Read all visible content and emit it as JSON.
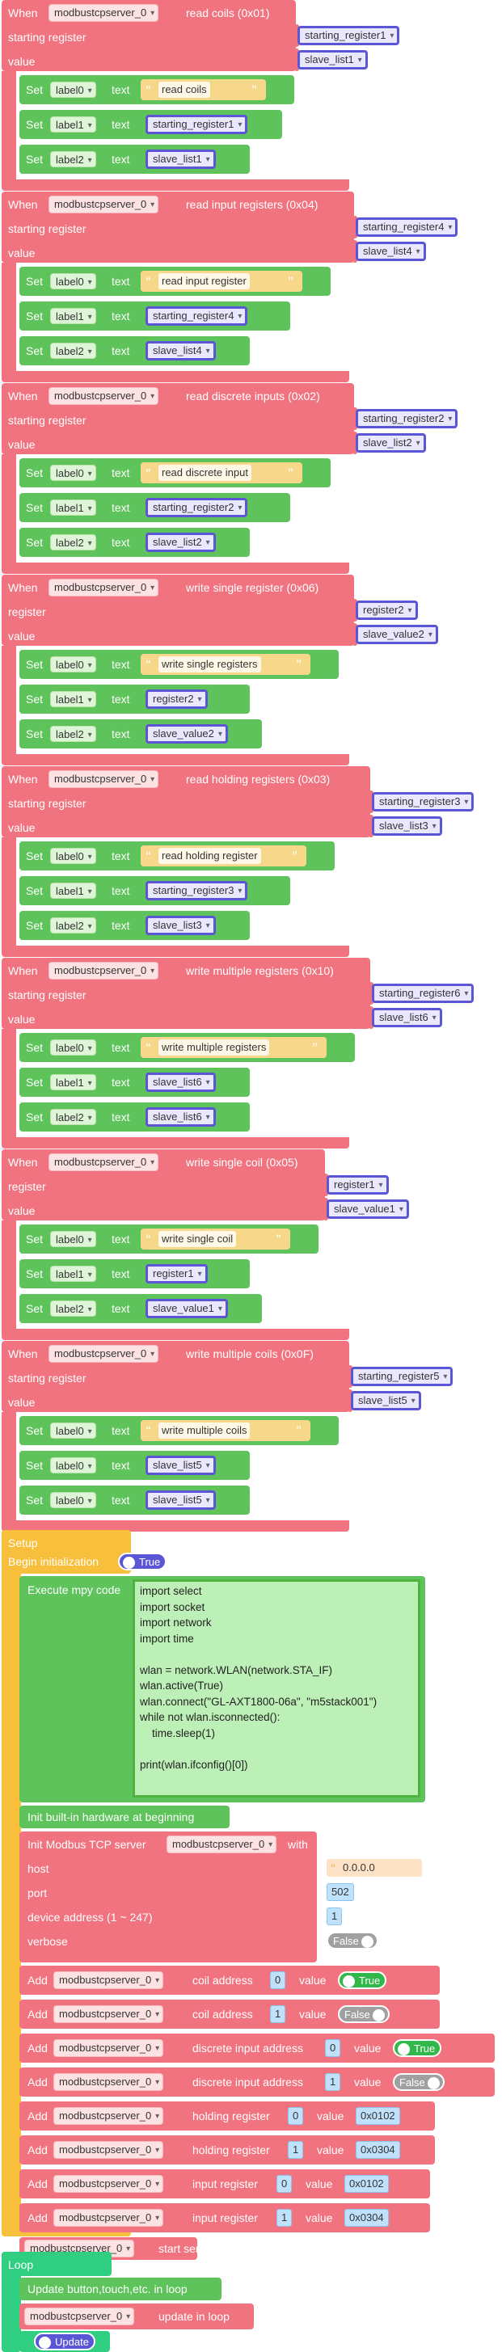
{
  "events": [
    {
      "when": "When",
      "server": "modbustcpserver_0",
      "action": "read coils (0x01)",
      "reg_label": "starting register",
      "reg_var": "starting_register1",
      "val_label": "value",
      "val_var": "slave_list1",
      "text0": "read coils"
    },
    {
      "when": "When",
      "server": "modbustcpserver_0",
      "action": "read input registers (0x04)",
      "reg_label": "starting register",
      "reg_var": "starting_register4",
      "val_label": "value",
      "val_var": "slave_list4",
      "text0": "read input register"
    },
    {
      "when": "When",
      "server": "modbustcpserver_0",
      "action": "read discrete inputs (0x02)",
      "reg_label": "starting register",
      "reg_var": "starting_register2",
      "val_label": "value",
      "val_var": "slave_list2",
      "text0": "read  discrete input"
    },
    {
      "when": "When",
      "server": "modbustcpserver_0",
      "action": "write single register (0x06)",
      "reg_label": "register",
      "reg_var": "register2",
      "val_label": "value",
      "val_var": "slave_value2",
      "text0": "write single registers"
    },
    {
      "when": "When",
      "server": "modbustcpserver_0",
      "action": "read holding registers (0x03)",
      "reg_label": "starting register",
      "reg_var": "starting_register3",
      "val_label": "value",
      "val_var": "slave_list3",
      "text0": "read holding register"
    },
    {
      "when": "When",
      "server": "modbustcpserver_0",
      "action": "write multiple registers (0x10)",
      "reg_label": "starting register",
      "reg_var": "starting_register6",
      "val_label": "value",
      "val_var": "slave_list6",
      "text0": "write multiple registers",
      "set1_var": "slave_list6",
      "set2_var": "slave_list6"
    },
    {
      "when": "When",
      "server": "modbustcpserver_0",
      "action": "write single coil (0x05)",
      "reg_label": "register",
      "reg_var": "register1",
      "val_label": "value",
      "val_var": "slave_value1",
      "text0": "write single coil"
    },
    {
      "when": "When",
      "server": "modbustcpserver_0",
      "action": "write multiple coils (0x0F)",
      "reg_label": "starting register",
      "reg_var": "starting_register5",
      "val_label": "value",
      "val_var": "slave_list5",
      "text0": "write multiple coils",
      "set1_label": "label0",
      "set1_var": "slave_list5",
      "set2_label": "label0",
      "set2_var": "slave_list5"
    }
  ],
  "set_words": {
    "set": "Set",
    "text": "text",
    "label0": "label0",
    "label1": "label1",
    "label2": "label2"
  },
  "setup": {
    "title": "Setup",
    "begin_init": "Begin initialization",
    "begin_init_value": "True",
    "exec_label": "Execute mpy code",
    "code": "import select\nimport socket\nimport network\nimport time\n\nwlan = network.WLAN(network.STA_IF)\nwlan.active(True)\nwlan.connect(\"GL-AXT1800-06a\", \"m5stack001\")\nwhile not wlan.isconnected():\n    time.sleep(1)\n\nprint(wlan.ifconfig()[0])",
    "init_hw": "Init built-in hardware at beginning",
    "init_modbus": "Init Modbus TCP server",
    "server": "modbustcpserver_0",
    "with": "with",
    "host_label": "host",
    "host_value": "0.0.0.0",
    "port_label": "port",
    "port_value": "502",
    "addr_label": "device address (1 ~ 247)",
    "addr_value": "1",
    "verbose_label": "verbose",
    "verbose_value": "False",
    "adds": [
      {
        "add": "Add",
        "kind": "coil address",
        "addr": "0",
        "value_label": "value",
        "value": "True",
        "type": "bool"
      },
      {
        "add": "Add",
        "kind": "coil address",
        "addr": "1",
        "value_label": "value",
        "value": "False",
        "type": "bool"
      },
      {
        "add": "Add",
        "kind": "discrete input address",
        "addr": "0",
        "value_label": "value",
        "value": "True",
        "type": "bool"
      },
      {
        "add": "Add",
        "kind": "discrete input address",
        "addr": "1",
        "value_label": "value",
        "value": "False",
        "type": "bool"
      },
      {
        "add": "Add",
        "kind": "holding register",
        "addr": "0",
        "value_label": "value",
        "value": "0x0102",
        "type": "num"
      },
      {
        "add": "Add",
        "kind": "holding register",
        "addr": "1",
        "value_label": "value",
        "value": "0x0304",
        "type": "num"
      },
      {
        "add": "Add",
        "kind": "input register",
        "addr": "0",
        "value_label": "value",
        "value": "0x0102",
        "type": "num"
      },
      {
        "add": "Add",
        "kind": "input register",
        "addr": "1",
        "value_label": "value",
        "value": "0x0304",
        "type": "num"
      }
    ],
    "start_service": "start service"
  },
  "loop": {
    "title": "Loop",
    "update_label": "Update button,touch,etc. in loop",
    "server": "modbustcpserver_0",
    "update_in_loop": "update in loop",
    "update_btn": "Update"
  },
  "colors": {
    "event": "#f0737f",
    "setup": "#f8bf3c",
    "green": "#5dc35a",
    "purple": "#5b56d6",
    "loop": "#2fce80"
  }
}
